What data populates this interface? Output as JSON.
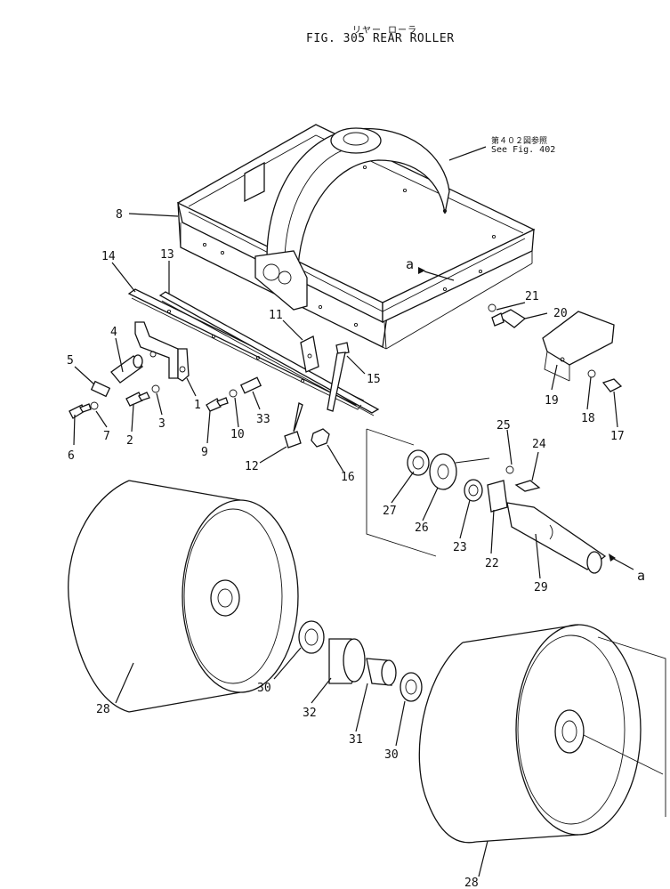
{
  "header": {
    "title_jp": "リヤー ローラ",
    "title_main": "FIG. 305  REAR ROLLER"
  },
  "reference": {
    "jp": "第４０２図参照",
    "en": "See Fig. 402"
  },
  "callouts": [
    {
      "id": "c1",
      "text": "1"
    },
    {
      "id": "c2",
      "text": "2"
    },
    {
      "id": "c3",
      "text": "3"
    },
    {
      "id": "c4",
      "text": "4"
    },
    {
      "id": "c5",
      "text": "5"
    },
    {
      "id": "c6",
      "text": "6"
    },
    {
      "id": "c7",
      "text": "7"
    },
    {
      "id": "c8",
      "text": "8"
    },
    {
      "id": "c9",
      "text": "9"
    },
    {
      "id": "c10",
      "text": "10"
    },
    {
      "id": "c11",
      "text": "11"
    },
    {
      "id": "c12",
      "text": "12"
    },
    {
      "id": "c13",
      "text": "13"
    },
    {
      "id": "c14",
      "text": "14"
    },
    {
      "id": "c15",
      "text": "15"
    },
    {
      "id": "c16",
      "text": "16"
    },
    {
      "id": "c17",
      "text": "17"
    },
    {
      "id": "c18",
      "text": "18"
    },
    {
      "id": "c19",
      "text": "19"
    },
    {
      "id": "c20",
      "text": "20"
    },
    {
      "id": "c21",
      "text": "21"
    },
    {
      "id": "c22",
      "text": "22"
    },
    {
      "id": "c23",
      "text": "23"
    },
    {
      "id": "c24",
      "text": "24"
    },
    {
      "id": "c25",
      "text": "25"
    },
    {
      "id": "c26",
      "text": "26"
    },
    {
      "id": "c27",
      "text": "27"
    },
    {
      "id": "c28a",
      "text": "28"
    },
    {
      "id": "c28b",
      "text": "28"
    },
    {
      "id": "c29",
      "text": "29"
    },
    {
      "id": "c30a",
      "text": "30"
    },
    {
      "id": "c30b",
      "text": "30"
    },
    {
      "id": "c31",
      "text": "31"
    },
    {
      "id": "c32",
      "text": "32"
    },
    {
      "id": "c33",
      "text": "33"
    },
    {
      "id": "ca1",
      "text": "a"
    },
    {
      "id": "ca2",
      "text": "a"
    }
  ]
}
